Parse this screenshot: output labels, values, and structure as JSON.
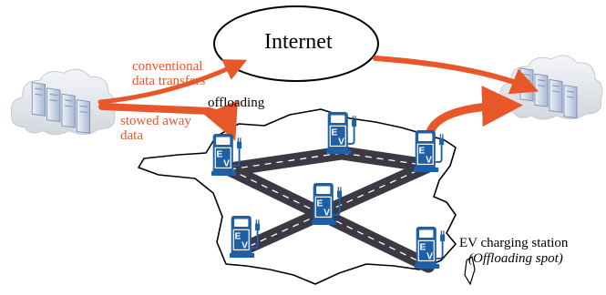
{
  "internet": {
    "label": "Internet"
  },
  "arrows": {
    "conventional": "conventional",
    "data_transfers": "data transfers",
    "stowed_away": "stowed away",
    "data": "data",
    "offloading": "offloading"
  },
  "station": {
    "badge": "EV",
    "caption": "EV charging station",
    "subcaption": "(Offloading spot)"
  },
  "colors": {
    "accent": "#e8572a",
    "station_blue": "#1f5fa8",
    "road": "#3a3944"
  }
}
